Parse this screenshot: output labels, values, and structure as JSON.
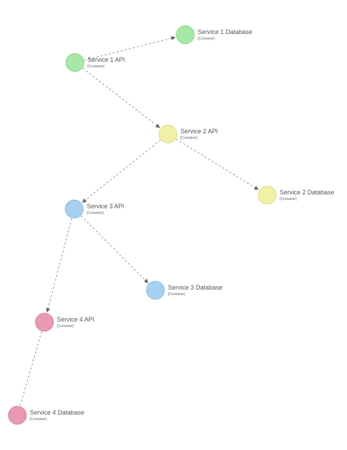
{
  "diagram": {
    "nodes": [
      {
        "id": "s1db",
        "name": "Service 1 Database",
        "kind": "[Container]",
        "fill": "#a6e8a6",
        "stroke": "#8fd48f"
      },
      {
        "id": "s1api",
        "name": "Service 1 API",
        "kind": "[Container]",
        "fill": "#a6e8a6",
        "stroke": "#8fd48f"
      },
      {
        "id": "s2api",
        "name": "Service 2 API",
        "kind": "[Container]",
        "fill": "#f0f0a6",
        "stroke": "#dcdc8c"
      },
      {
        "id": "s2db",
        "name": "Service 2 Database",
        "kind": "[Container]",
        "fill": "#f0f0a6",
        "stroke": "#dcdc8c"
      },
      {
        "id": "s3api",
        "name": "Service 3 API",
        "kind": "[Container]",
        "fill": "#a6cff0",
        "stroke": "#8cbbe0"
      },
      {
        "id": "s3db",
        "name": "Service 3 Database",
        "kind": "[Container]",
        "fill": "#a6cff0",
        "stroke": "#8cbbe0"
      },
      {
        "id": "s4api",
        "name": "Service 4 API",
        "kind": "[Container]",
        "fill": "#e89ab0",
        "stroke": "#d4869c"
      },
      {
        "id": "s4db",
        "name": "Service 4 Database",
        "kind": "[Container]",
        "fill": "#e89ab0",
        "stroke": "#d4869c"
      }
    ],
    "edges": [
      {
        "from": "s1api",
        "to": "s1db",
        "arrow": true
      },
      {
        "from": "s1api",
        "to": "s2api",
        "arrow": true
      },
      {
        "from": "s2api",
        "to": "s2db",
        "arrow": true
      },
      {
        "from": "s2api",
        "to": "s3api",
        "arrow": true
      },
      {
        "from": "s3api",
        "to": "s3db",
        "arrow": true
      },
      {
        "from": "s3api",
        "to": "s4api",
        "arrow": true
      },
      {
        "from": "s4api",
        "to": "s4db",
        "arrow": false
      }
    ]
  }
}
